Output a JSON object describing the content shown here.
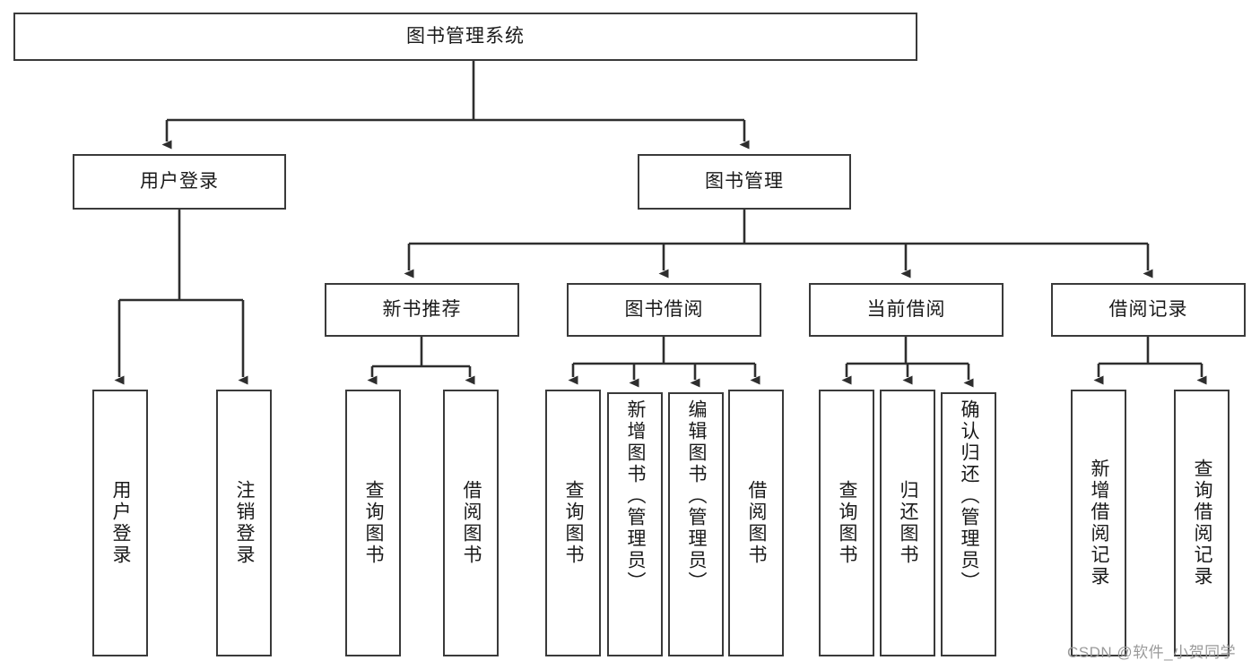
{
  "diagram": {
    "type": "tree-hierarchy-diagram",
    "title": "图书管理系统",
    "orientation": "top-down",
    "colors": {
      "box_border": "#3a3a3a",
      "box_fill": "#ffffff",
      "connector": "#2e2e2e",
      "text": "#1a1a1a",
      "watermark": "#9a9a9a"
    },
    "nodes": {
      "root": {
        "label": "图书管理系统",
        "level": 1,
        "text_direction": "horizontal"
      },
      "level2": [
        {
          "id": "user-login",
          "label": "用户登录",
          "text_direction": "horizontal"
        },
        {
          "id": "book-management",
          "label": "图书管理",
          "text_direction": "horizontal"
        }
      ],
      "level3": [
        {
          "id": "new-book-recommend",
          "label": "新书推荐",
          "parent": "book-management",
          "text_direction": "horizontal"
        },
        {
          "id": "book-borrow",
          "label": "图书借阅",
          "parent": "book-management",
          "text_direction": "horizontal"
        },
        {
          "id": "current-borrow",
          "label": "当前借阅",
          "parent": "book-management",
          "text_direction": "horizontal"
        },
        {
          "id": "borrow-record",
          "label": "借阅记录",
          "parent": "book-management",
          "text_direction": "horizontal"
        }
      ],
      "leaves": [
        {
          "id": "leaf-user-login",
          "label": "用户登录",
          "parent": "user-login",
          "text_direction": "vertical"
        },
        {
          "id": "leaf-logout-login",
          "label": "注销登录",
          "parent": "user-login",
          "text_direction": "vertical"
        },
        {
          "id": "leaf-query-book-1",
          "label": "查询图书",
          "parent": "new-book-recommend",
          "text_direction": "vertical"
        },
        {
          "id": "leaf-borrow-book-1",
          "label": "借阅图书",
          "parent": "new-book-recommend",
          "text_direction": "vertical"
        },
        {
          "id": "leaf-query-book-2",
          "label": "查询图书",
          "parent": "book-borrow",
          "text_direction": "vertical"
        },
        {
          "id": "leaf-add-book",
          "label": "新增图书（管理员）",
          "parent": "book-borrow",
          "text_direction": "vertical"
        },
        {
          "id": "leaf-edit-book",
          "label": "编辑图书（管理员）",
          "parent": "book-borrow",
          "text_direction": "vertical"
        },
        {
          "id": "leaf-borrow-book-2",
          "label": "借阅图书",
          "parent": "book-borrow",
          "text_direction": "vertical"
        },
        {
          "id": "leaf-query-book-3",
          "label": "查询图书",
          "parent": "current-borrow",
          "text_direction": "vertical"
        },
        {
          "id": "leaf-return-book",
          "label": "归还图书",
          "parent": "current-borrow",
          "text_direction": "vertical"
        },
        {
          "id": "leaf-confirm-return",
          "label": "确认归还（管理员）",
          "parent": "current-borrow",
          "text_direction": "vertical"
        },
        {
          "id": "leaf-add-borrow-record",
          "label": "新增借阅记录",
          "parent": "borrow-record",
          "text_direction": "vertical"
        },
        {
          "id": "leaf-query-borrow-record",
          "label": "查询借阅记录",
          "parent": "borrow-record",
          "text_direction": "vertical"
        }
      ]
    },
    "watermark": "CSDN @软件_小贺同学"
  }
}
